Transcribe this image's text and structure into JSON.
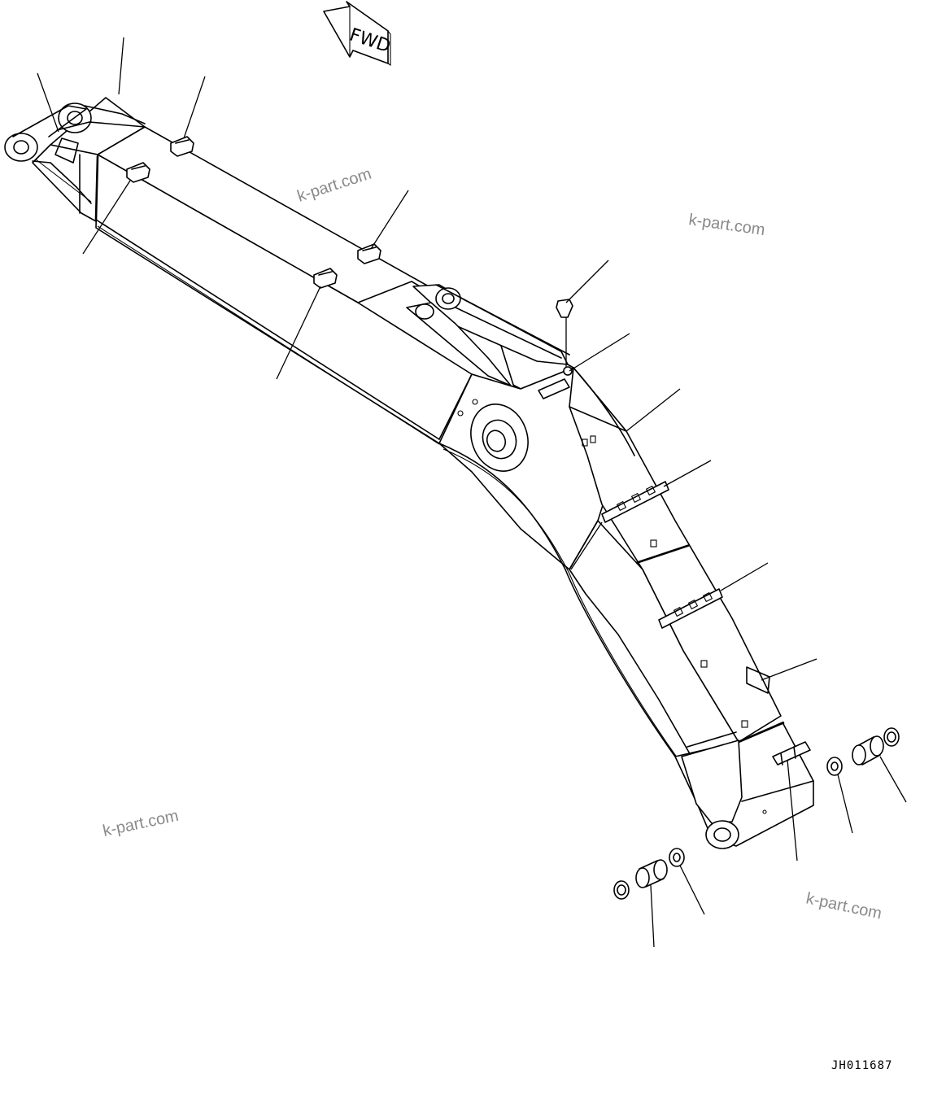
{
  "direction_marker": {
    "label": "FWD"
  },
  "watermarks": [
    "k-part.com",
    "k-part.com",
    "k-part.com",
    "k-part.com"
  ],
  "drawing_reference": "JH011687"
}
